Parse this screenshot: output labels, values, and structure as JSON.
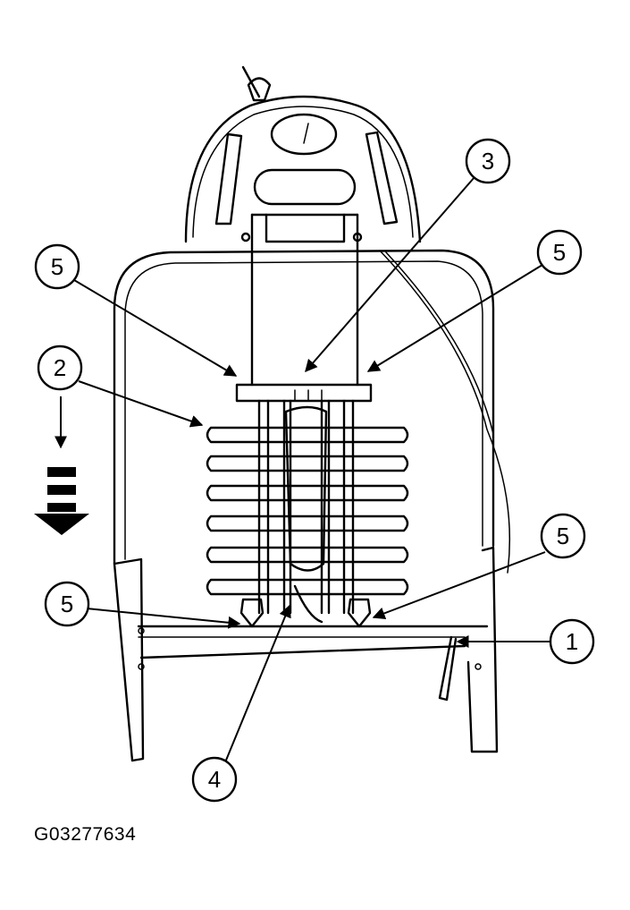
{
  "figure": {
    "id": "G03277634"
  },
  "callouts": [
    {
      "label": "5"
    },
    {
      "label": "3"
    },
    {
      "label": "5"
    },
    {
      "label": "2"
    },
    {
      "label": "5"
    },
    {
      "label": "5"
    },
    {
      "label": "1"
    },
    {
      "label": "4"
    }
  ],
  "icons": {
    "direction": "down-arrow-icon"
  }
}
